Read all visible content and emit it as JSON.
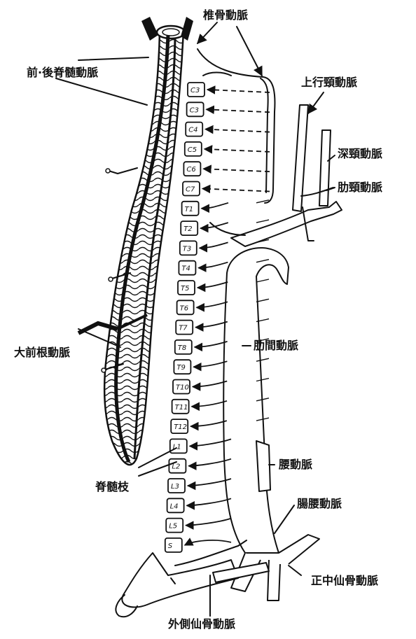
{
  "labels": {
    "vertebral_artery": "椎骨動脈",
    "ant_post_spinal_artery": "前·後脊髄動脈",
    "ascending_cervical_artery": "上行頸動脈",
    "deep_cervical_artery": "深頸動脈",
    "costocervical_trunk": "肋頸動脈",
    "intercostal_arteries": "肋間動脈",
    "great_radicular_artery": "大前根動脈",
    "lumbar_artery": "腰動脈",
    "spinal_branch": "脊髄枝",
    "iliolumbar_artery": "腸腰動脈",
    "median_sacral_artery": "正中仙骨動脈",
    "lateral_sacral_artery": "外側仙骨動脈"
  },
  "vertebrae": [
    "C3",
    "C3",
    "C4",
    "C5",
    "C6",
    "C7",
    "T1",
    "T2",
    "T3",
    "T4",
    "T5",
    "T6",
    "T7",
    "T8",
    "T9",
    "T10",
    "T11",
    "T12",
    "L1",
    "L2",
    "L3",
    "L4",
    "L5",
    "S"
  ]
}
